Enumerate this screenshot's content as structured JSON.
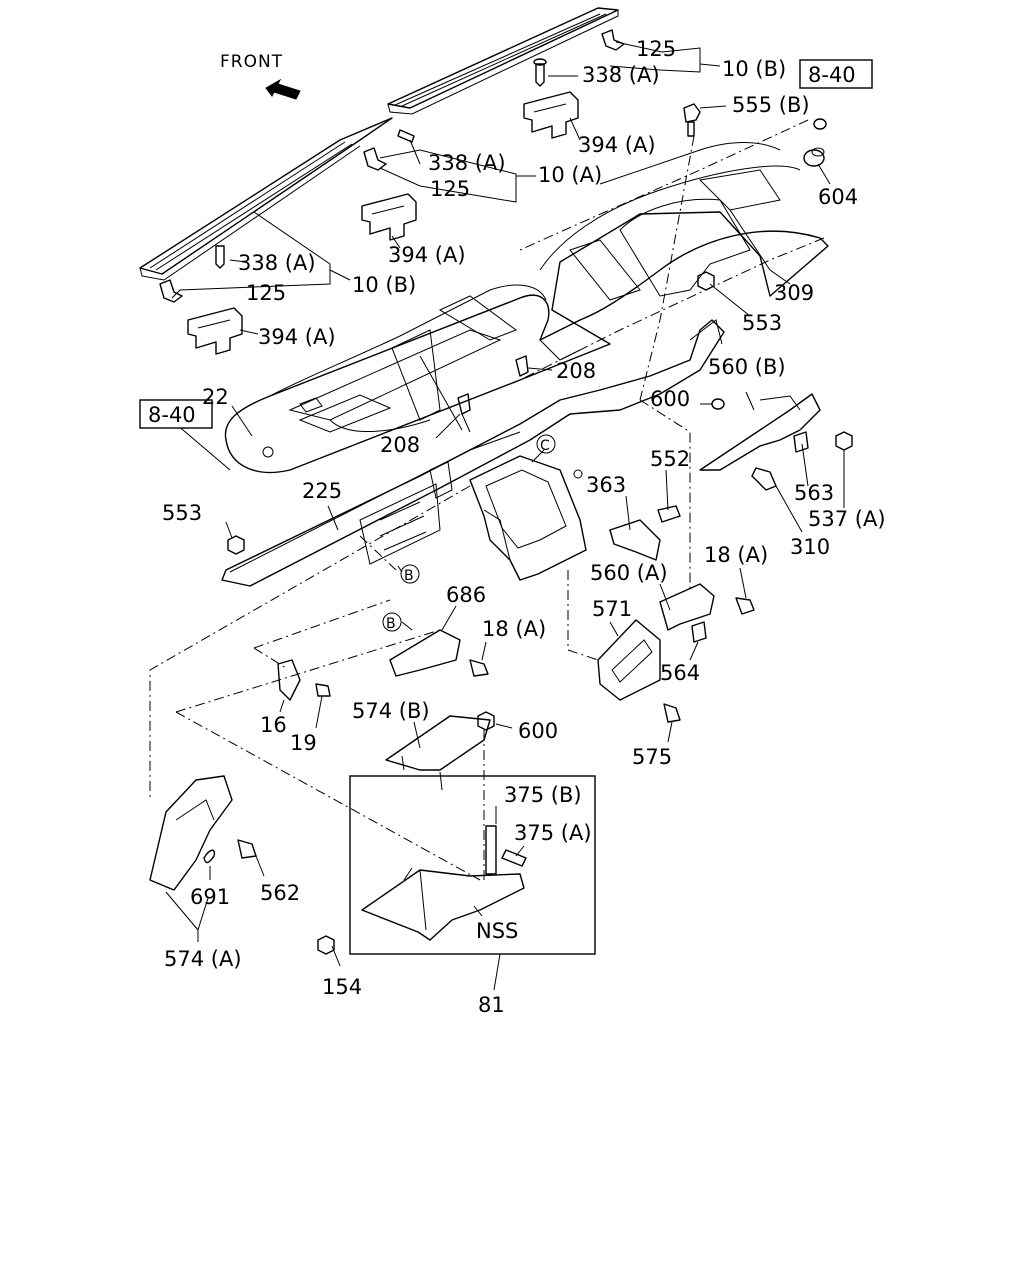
{
  "front_label": "FRONT",
  "colors": {
    "ink": "#000000",
    "paper": "#ffffff"
  },
  "icons": [
    "front-direction-arrow-icon",
    "circled-letter-B-icon",
    "circled-letter-C-icon"
  ],
  "reference_boxes": [
    "8-40",
    "8-40"
  ],
  "callouts": [
    {
      "id": "c125a",
      "text": "125"
    },
    {
      "id": "c338a1",
      "text": "338 (A)"
    },
    {
      "id": "c10b1",
      "text": "10 (B)"
    },
    {
      "id": "c8_40a",
      "text": "8-40"
    },
    {
      "id": "c555b",
      "text": "555 (B)"
    },
    {
      "id": "c394a1",
      "text": "394 (A)"
    },
    {
      "id": "c338a2",
      "text": "338 (A)"
    },
    {
      "id": "c10a",
      "text": "10 (A)"
    },
    {
      "id": "c125b",
      "text": "125"
    },
    {
      "id": "c604",
      "text": "604"
    },
    {
      "id": "c394a2",
      "text": "394 (A)"
    },
    {
      "id": "c338a3",
      "text": "338 (A)"
    },
    {
      "id": "c10b2",
      "text": "10 (B)"
    },
    {
      "id": "c125c",
      "text": "125"
    },
    {
      "id": "c309",
      "text": "309"
    },
    {
      "id": "c553a",
      "text": "553"
    },
    {
      "id": "c394a3",
      "text": "394 (A)"
    },
    {
      "id": "c208a",
      "text": "208"
    },
    {
      "id": "c560b",
      "text": "560 (B)"
    },
    {
      "id": "c22",
      "text": "22"
    },
    {
      "id": "c600a",
      "text": "600"
    },
    {
      "id": "c8_40b",
      "text": "8-40"
    },
    {
      "id": "c208b",
      "text": "208"
    },
    {
      "id": "c552",
      "text": "552"
    },
    {
      "id": "c363",
      "text": "363"
    },
    {
      "id": "c563",
      "text": "563"
    },
    {
      "id": "c225",
      "text": "225"
    },
    {
      "id": "c537a",
      "text": "537 (A)"
    },
    {
      "id": "c553b",
      "text": "553"
    },
    {
      "id": "c310",
      "text": "310"
    },
    {
      "id": "c18a1",
      "text": "18 (A)"
    },
    {
      "id": "c560a",
      "text": "560 (A)"
    },
    {
      "id": "c686",
      "text": "686"
    },
    {
      "id": "c571",
      "text": "571"
    },
    {
      "id": "c18a2",
      "text": "18 (A)"
    },
    {
      "id": "c564",
      "text": "564"
    },
    {
      "id": "c16",
      "text": "16"
    },
    {
      "id": "c19",
      "text": "19"
    },
    {
      "id": "c574b",
      "text": "574 (B)"
    },
    {
      "id": "c600b",
      "text": "600"
    },
    {
      "id": "c575",
      "text": "575"
    },
    {
      "id": "c375b",
      "text": "375 (B)"
    },
    {
      "id": "c375a",
      "text": "375 (A)"
    },
    {
      "id": "c562",
      "text": "562"
    },
    {
      "id": "c691",
      "text": "691"
    },
    {
      "id": "cnss",
      "text": "NSS"
    },
    {
      "id": "c574a",
      "text": "574 (A)"
    },
    {
      "id": "c154",
      "text": "154"
    },
    {
      "id": "c81",
      "text": "81"
    }
  ],
  "circled_letters": [
    "C",
    "B",
    "B"
  ]
}
